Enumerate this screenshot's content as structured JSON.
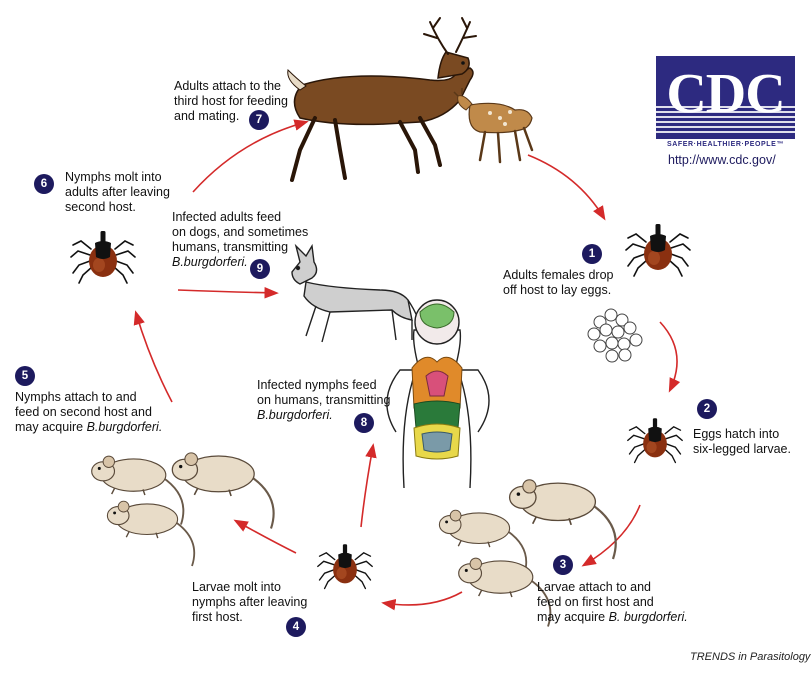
{
  "steps": {
    "s1": {
      "num": "1",
      "line1": "Adults females drop",
      "line2": "off host to lay eggs."
    },
    "s2": {
      "num": "2",
      "line1": "Eggs hatch into",
      "line2": "six-legged larvae."
    },
    "s3": {
      "num": "3",
      "line1": "Larvae attach to and",
      "line2": "feed on first host and",
      "line3a": "may acquire ",
      "line3b": "B. burgdorferi."
    },
    "s4": {
      "num": "4",
      "line1": "Larvae molt into",
      "line2": "nymphs after leaving",
      "line3": "first host."
    },
    "s5": {
      "num": "5",
      "line1": "Nymphs attach to and",
      "line2": "feed on second host and",
      "line3a": "may acquire ",
      "line3b": "B.burgdorferi."
    },
    "s6": {
      "num": "6",
      "line1": "Nymphs molt into",
      "line2": "adults after leaving",
      "line3": "second host."
    },
    "s7": {
      "num": "7",
      "line1": "Adults attach to the",
      "line2": "third host for feeding",
      "line3": "and mating."
    },
    "s8": {
      "num": "8",
      "line1": "Infected nymphs feed",
      "line2": "on humans, transmitting",
      "line3": "B.burgdorferi."
    },
    "s9": {
      "num": "9",
      "line1": "Infected adults feed",
      "line2": "on dogs, and sometimes",
      "line3": "humans, transmitting",
      "line4": "B.burgdorferi."
    }
  },
  "logo": {
    "text": "CDC",
    "tagline": "SAFER·HEALTHIER·PEOPLE™",
    "url": "http://www.cdc.gov/"
  },
  "footer": "TRENDS in Parasitology",
  "colors": {
    "arrow": "#d42a2a",
    "badge": "#1d1a5e",
    "logo_bg": "#2d2a80",
    "tick_body": "#8a3010",
    "tick_shield": "#111111"
  },
  "illustrations": [
    "deer-icon",
    "fawn-icon",
    "tick-icon",
    "egg-cluster-icon",
    "mouse-icon",
    "human-silhouette-icon",
    "dog-icon"
  ]
}
